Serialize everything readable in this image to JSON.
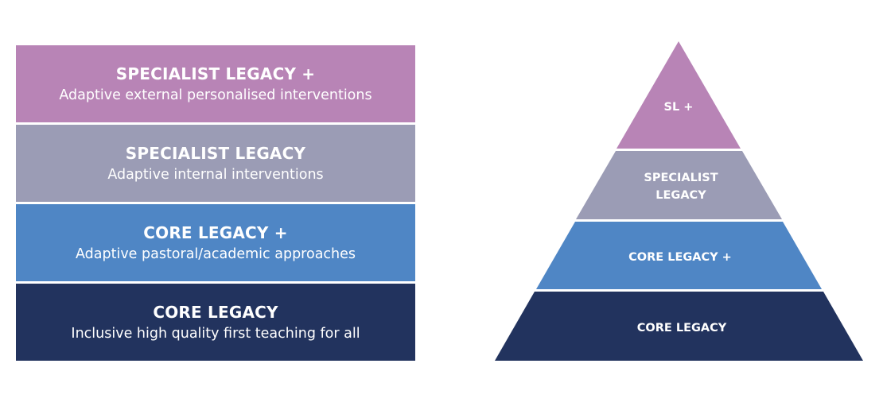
{
  "stack": {
    "tiers": [
      {
        "title": "SPECIALIST LEGACY +",
        "subtitle": "Adaptive external personalised interventions",
        "color": "#b884b6"
      },
      {
        "title": "SPECIALIST LEGACY",
        "subtitle": "Adaptive internal interventions",
        "color": "#9b9cb5"
      },
      {
        "title": "CORE LEGACY +",
        "subtitle": "Adaptive pastoral/academic approaches",
        "color": "#4f86c5"
      },
      {
        "title": "CORE LEGACY",
        "subtitle": "Inclusive high quality first teaching for all",
        "color": "#22335e"
      }
    ]
  },
  "pyramid": {
    "levels": [
      {
        "label": "SL +",
        "color": "#b884b6"
      },
      {
        "label_line1": "SPECIALIST",
        "label_line2": "LEGACY",
        "color": "#9b9cb5"
      },
      {
        "label": "CORE LEGACY +",
        "color": "#4f86c5"
      },
      {
        "label": "CORE LEGACY",
        "color": "#22335e"
      }
    ]
  }
}
